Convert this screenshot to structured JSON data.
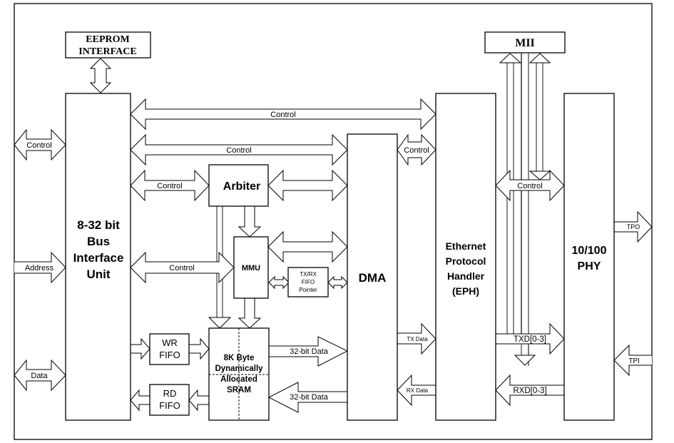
{
  "diagram": {
    "blocks": {
      "eeprom": [
        "EEPROM",
        "INTERFACE"
      ],
      "mii": "MII",
      "biu": [
        "8-32 bit",
        "Bus",
        "Interface",
        "Unit"
      ],
      "arbiter": "Arbiter",
      "mmu": "MMU",
      "fifo_pointer": [
        "TX/RX",
        "FIFO",
        "Pointer"
      ],
      "wr_fifo": [
        "WR",
        "FIFO"
      ],
      "rd_fifo": [
        "RD",
        "FIFO"
      ],
      "sram": [
        "8K Byte",
        "Dynamically",
        "Allocated",
        "SRAM"
      ],
      "dma": "DMA",
      "eph": [
        "Ethernet",
        "Protocol",
        "Handler",
        "(EPH)"
      ],
      "phy": [
        "10/100",
        "PHY"
      ]
    },
    "signals": {
      "ext_control": "Control",
      "ext_address": "Address",
      "ext_data": "Data",
      "biu_eph_control": "Control",
      "biu_dma_control": "Control",
      "biu_arbiter_control": "Control",
      "biu_mmu_control": "Control",
      "dma_eph_control": "Control",
      "eph_phy_control": "Control",
      "sram_dma_data": "32-bit Data",
      "dma_sram_data": "32-bit Data",
      "tx_data": "TX Data",
      "rx_data": "RX Data",
      "txd": "TXD[0-3]",
      "rxd": "RXD[0-3]",
      "tpo": "TPO",
      "tpi": "TPI"
    }
  }
}
